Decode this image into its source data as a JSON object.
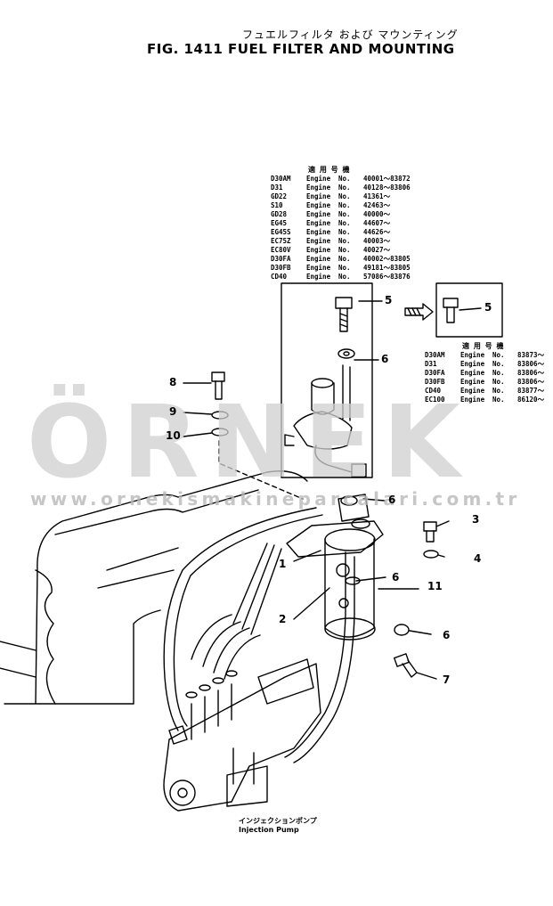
{
  "title": {
    "japanese": "フュエルフィルタ および マウンティング",
    "english": "FIG. 1411  FUEL FILTER AND MOUNTING"
  },
  "serial_table_main": {
    "header": "適 用 号 機",
    "rows": [
      {
        "model": "D30AM",
        "label": "Engine",
        "no": "No.",
        "range": "40001～83872"
      },
      {
        "model": "D31",
        "label": "Engine",
        "no": "No.",
        "range": "40128～83806"
      },
      {
        "model": "GD22",
        "label": "Engine",
        "no": "No.",
        "range": "41361～"
      },
      {
        "model": "S10",
        "label": "Engine",
        "no": "No.",
        "range": "42463～"
      },
      {
        "model": "GD28",
        "label": "Engine",
        "no": "No.",
        "range": "40000～"
      },
      {
        "model": "EG45",
        "label": "Engine",
        "no": "No.",
        "range": "44607～"
      },
      {
        "model": "EG45S",
        "label": "Engine",
        "no": "No.",
        "range": "44626～"
      },
      {
        "model": "EC75Z",
        "label": "Engine",
        "no": "No.",
        "range": "40003～"
      },
      {
        "model": "EC80V",
        "label": "Engine",
        "no": "No.",
        "range": "40027～"
      },
      {
        "model": "D30FA",
        "label": "Engine",
        "no": "No.",
        "range": "40002～83805"
      },
      {
        "model": "D30FB",
        "label": "Engine",
        "no": "No.",
        "range": "49181～83805"
      },
      {
        "model": "CD40",
        "label": "Engine",
        "no": "No.",
        "range": "57086～83876"
      }
    ]
  },
  "serial_table_inset": {
    "header": "適 用 号 機",
    "rows": [
      {
        "model": "D30AM",
        "label": "Engine",
        "no": "No.",
        "range": "83873～"
      },
      {
        "model": "D31",
        "label": "Engine",
        "no": "No.",
        "range": "83806～"
      },
      {
        "model": "D30FA",
        "label": "Engine",
        "no": "No.",
        "range": "83806～"
      },
      {
        "model": "D30FB",
        "label": "Engine",
        "no": "No.",
        "range": "83806～"
      },
      {
        "model": "CD40",
        "label": "Engine",
        "no": "No.",
        "range": "83877～"
      },
      {
        "model": "EC100",
        "label": "Engine",
        "no": "No.",
        "range": "86120～"
      }
    ]
  },
  "callouts": {
    "c1": "1",
    "c2": "2",
    "c3": "3",
    "c4": "4",
    "c5a": "5",
    "c5b": "5",
    "c6a": "6",
    "c6b": "6",
    "c6c": "6",
    "c6d": "6",
    "c7": "7",
    "c8": "8",
    "c9": "9",
    "c10": "10",
    "c11": "11"
  },
  "pump_caption": {
    "japanese": "インジェクションポンプ",
    "english": "Injection Pump"
  },
  "watermark": {
    "brand": "ÖRNEK",
    "url": "www.ornekismakineparcalari.com.tr"
  },
  "colors": {
    "line": "#000000",
    "watermark": "#d0d0d0",
    "watermark_accent": "#f2e2a0"
  }
}
